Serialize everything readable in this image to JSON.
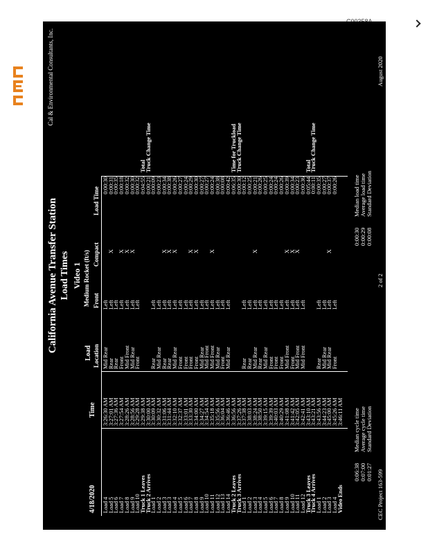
{
  "doc_id": "C00358A",
  "consultant": "Cal & Environmental Consultants, Inc.",
  "title": "California Avenue Transfer Station",
  "subtitle": "Load Times",
  "video": "Video 1",
  "headers": {
    "date": "4/18/2020",
    "time": "Time",
    "load": "Load",
    "location": "Location",
    "medium": "Medium Rocket (ft/s)",
    "front": "Front",
    "compact": "Compact",
    "load_time": "Load Time"
  },
  "rows": [
    {
      "label": "Load 4",
      "time": "3:26:30 AM",
      "loc": "Mid Rear",
      "front": "Left",
      "comp": "",
      "lt": "0:00:30",
      "side": ""
    },
    {
      "label": "Load 5",
      "time": "3:27:01 AM",
      "loc": "Rear",
      "front": "Left",
      "comp": "X",
      "lt": "0:00:31",
      "side": ""
    },
    {
      "label": "Load 6",
      "time": "3:27:36 AM",
      "loc": "Rear",
      "front": "Left",
      "comp": "",
      "lt": "0:00:35",
      "side": ""
    },
    {
      "label": "Load 7",
      "time": "3:27:54 AM",
      "loc": "Front",
      "front": "Left",
      "comp": "X",
      "lt": "0:00:18",
      "side": ""
    },
    {
      "label": "Load 8",
      "time": "3:28:26 AM",
      "loc": "Mid Front",
      "front": "Left",
      "comp": "X",
      "lt": "0:00:32",
      "side": ""
    },
    {
      "label": "Load 9",
      "time": "3:28:56 AM",
      "loc": "Mid Rear",
      "front": "Left",
      "comp": "X",
      "lt": "0:00:30",
      "side": ""
    },
    {
      "label": "Load 10",
      "time": "3:29:28 AM",
      "loc": "Front",
      "front": "Left",
      "comp": "",
      "lt": "0:00:32",
      "side": ""
    },
    {
      "label": "Truck 1 Leaves",
      "time": "3:29:38 AM",
      "loc": "",
      "front": "",
      "comp": "",
      "lt": "0:04:55",
      "side": "Total",
      "sec": true
    },
    {
      "label": "Truck 2 Arrives",
      "time": "3:30:00 AM",
      "loc": "",
      "front": "",
      "comp": "",
      "lt": "0:00:21",
      "side": "Truck Change Time",
      "sec": true
    },
    {
      "label": "Load 1",
      "time": "3:30:09 AM",
      "loc": "Rear",
      "front": "Left",
      "comp": "",
      "lt": "0:00:09",
      "side": ""
    },
    {
      "label": "Load 2",
      "time": "3:30:32 AM",
      "loc": "Mid Rear",
      "front": "Left",
      "comp": "",
      "lt": "0:00:23",
      "side": ""
    },
    {
      "label": "Load 3",
      "time": "3:31:06 AM",
      "loc": "Rear",
      "front": "Left",
      "comp": "X",
      "lt": "0:00:34",
      "side": ""
    },
    {
      "label": "Load 3",
      "time": "3:31:44 AM",
      "loc": "Rear",
      "front": "Left",
      "comp": "X",
      "lt": "0:00:38",
      "side": ""
    },
    {
      "label": "Load 4",
      "time": "3:32:10 AM",
      "loc": "Mid Rear",
      "front": "Left",
      "comp": "X",
      "lt": "0:00:26",
      "side": ""
    },
    {
      "label": "Load 5",
      "time": "3:32:37 AM",
      "loc": "Front",
      "front": "Left",
      "comp": "",
      "lt": "0:00:27",
      "side": ""
    },
    {
      "label": "Load 6",
      "time": "3:33:01 AM",
      "loc": "Front",
      "front": "Left",
      "comp": "",
      "lt": "0:00:24",
      "side": ""
    },
    {
      "label": "Load 7",
      "time": "3:33:30 AM",
      "loc": "Front",
      "front": "Left",
      "comp": "X",
      "lt": "0:00:29",
      "side": ""
    },
    {
      "label": "Load 8",
      "time": "3:34:00 AM",
      "loc": "Front",
      "front": "Left",
      "comp": "X",
      "lt": "0:00:30",
      "side": ""
    },
    {
      "label": "Load 9",
      "time": "3:34:27 AM",
      "loc": "Mid Rear",
      "front": "Left",
      "comp": "",
      "lt": "0:00:27",
      "side": ""
    },
    {
      "label": "Load 10",
      "time": "3:34:54 AM",
      "loc": "Mid Front",
      "front": "Left",
      "comp": "",
      "lt": "0:00:27",
      "side": ""
    },
    {
      "label": "Load 11",
      "time": "3:35:18 AM",
      "loc": "Mid Front",
      "front": "Left",
      "comp": "X",
      "lt": "0:00:24",
      "side": ""
    },
    {
      "label": "Load 12",
      "time": "3:35:56 AM",
      "loc": "Mid Rear",
      "front": "Left",
      "comp": "",
      "lt": "0:00:38",
      "side": ""
    },
    {
      "label": "Load 13",
      "time": "3:36:04 AM",
      "loc": "Front",
      "front": "Left",
      "comp": "",
      "lt": "0:00:08",
      "side": ""
    },
    {
      "label": "Load 14",
      "time": "3:36:46 AM",
      "loc": "Mid Rear",
      "front": "Left",
      "comp": "",
      "lt": "0:00:42",
      "side": ""
    },
    {
      "label": "Truck 2 Leaves",
      "time": "3:36:56 AM",
      "loc": "",
      "front": "",
      "comp": "",
      "lt": "0:06:35",
      "side": "Time for Truckload",
      "sec": true
    },
    {
      "label": "Truck 3 Arrives",
      "time": "3:37:26 AM",
      "loc": "",
      "front": "",
      "comp": "",
      "lt": "0:00:30",
      "side": "Truck Change Time",
      "sec": true
    },
    {
      "label": "Load 1",
      "time": "3:37:38 AM",
      "loc": "Rear",
      "front": "Left",
      "comp": "",
      "lt": "0:00:12",
      "side": ""
    },
    {
      "label": "Load 2",
      "time": "3:38:03 AM",
      "loc": "Rear",
      "front": "Left",
      "comp": "",
      "lt": "0:00:25",
      "side": ""
    },
    {
      "label": "Load 3",
      "time": "3:38:24 AM",
      "loc": "Mid Rear",
      "front": "Left",
      "comp": "X",
      "lt": "0:00:21",
      "side": ""
    },
    {
      "label": "Load 4",
      "time": "3:38:50 AM",
      "loc": "Rear",
      "front": "Left",
      "comp": "",
      "lt": "0:00:26",
      "side": ""
    },
    {
      "label": "Load 5",
      "time": "3:39:15 AM",
      "loc": "Mid Rear",
      "front": "Left",
      "comp": "",
      "lt": "0:00:25",
      "side": ""
    },
    {
      "label": "Load 6",
      "time": "3:39:39 AM",
      "loc": "Front",
      "front": "Left",
      "comp": "",
      "lt": "0:00:24",
      "side": ""
    },
    {
      "label": "Load 7",
      "time": "3:40:03 AM",
      "loc": "Front",
      "front": "Left",
      "comp": "",
      "lt": "0:00:24",
      "side": ""
    },
    {
      "label": "Load 8",
      "time": "3:40:29 AM",
      "loc": "Front",
      "front": "Left",
      "comp": "",
      "lt": "0:00:26",
      "side": ""
    },
    {
      "label": "Load 9",
      "time": "3:41:08 AM",
      "loc": "Mid Front",
      "front": "Left",
      "comp": "X",
      "lt": "0:00:39",
      "side": ""
    },
    {
      "label": "Load 10",
      "time": "3:41:42 AM",
      "loc": "Front",
      "front": "Left",
      "comp": "X",
      "lt": "0:00:34",
      "side": ""
    },
    {
      "label": "Load 11",
      "time": "3:42:05 AM",
      "loc": "Mid Front",
      "front": "Left",
      "comp": "X",
      "lt": "0:00:23",
      "side": ""
    },
    {
      "label": "Load 12",
      "time": "3:42:41 AM",
      "loc": "Mid Front",
      "front": "Left",
      "comp": "",
      "lt": "0:00:36",
      "side": ""
    },
    {
      "label": "Truck 3 Leaves",
      "time": "3:43:10 AM",
      "loc": "",
      "front": "",
      "comp": "",
      "lt": "0:05:44",
      "side": "Total",
      "sec": true
    },
    {
      "label": "Truck 4 Arrives",
      "time": "3:43:21 AM",
      "loc": "",
      "front": "",
      "comp": "",
      "lt": "0:00:11",
      "side": "Truck Change Time",
      "sec": true
    },
    {
      "label": "Load 1",
      "time": "3:43:56 AM",
      "loc": "Rear",
      "front": "Left",
      "comp": "",
      "lt": "0:00:35",
      "side": ""
    },
    {
      "label": "Load 2",
      "time": "3:44:23 AM",
      "loc": "Mid Rear",
      "front": "Left",
      "comp": "",
      "lt": "0:00:27",
      "side": ""
    },
    {
      "label": "Load 3",
      "time": "3:45:00 AM",
      "loc": "Mid Rear",
      "front": "Left",
      "comp": "X",
      "lt": "0:00:37",
      "side": ""
    },
    {
      "label": "Load 4",
      "time": "3:45:26 AM",
      "loc": "Front",
      "front": "Left",
      "comp": "",
      "lt": "0:00:26",
      "side": ""
    },
    {
      "label": "Video Ends",
      "time": "3:46:11 AM",
      "loc": "",
      "front": "",
      "comp": "",
      "lt": "",
      "side": "",
      "sec": true
    }
  ],
  "summary_left": [
    {
      "value": "0:06:38",
      "label": "Median cycle time"
    },
    {
      "value": "0:07:00",
      "label": "Average cycle time"
    },
    {
      "value": "0:01:27",
      "label": "Standard Deviation"
    }
  ],
  "summary_right": [
    {
      "value": "0:00:30",
      "label": "Median load time"
    },
    {
      "value": "0:00:29",
      "label": "Average load time"
    },
    {
      "value": "0:00:08",
      "label": "Standard Deviation"
    }
  ],
  "footer": {
    "left": "CEC Project 163-599",
    "center": "2 of 2",
    "right": "August 2020"
  }
}
